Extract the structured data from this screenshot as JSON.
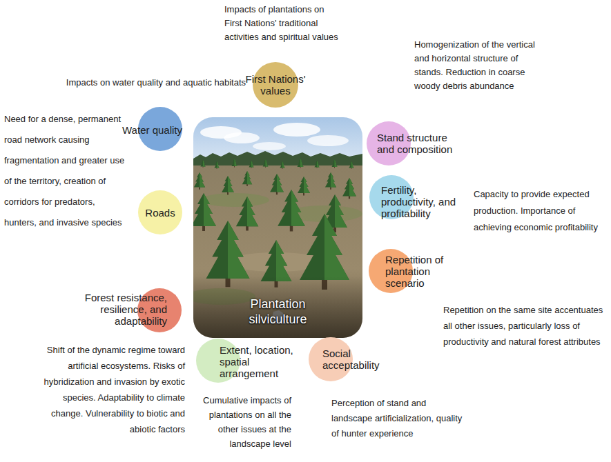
{
  "diagram": {
    "nodes": [
      {
        "text": [
          "First Nations' values"
        ]
      },
      {
        "text": [
          "Stand structure and composition"
        ]
      },
      {
        "text": [
          "Water quality"
        ]
      },
      {
        "text": [
          "Plantation silviculture"
        ]
      },
      {
        "text": [
          "Fertility, productivity, and profitability"
        ]
      },
      {
        "text": [
          "Roads"
        ]
      },
      {
        "text": [
          "Repetition of plantation scenario"
        ]
      },
      {
        "text": [
          "Forest resistance, resilience, and adaptability"
        ]
      },
      {
        "text": [
          "Extent, location, spatial arrangement"
        ]
      },
      {
        "text": [
          "Social acceptability"
        ]
      }
    ],
    "labels": [
      "Impacts of plantations on First Nations' traditional activities and spiritual values",
      "Homogenization of the vertical and horizontal structure of stands. Reduction in coarse woody debris abundance",
      "Impacts on water quality and aquatic habitats",
      "Need for a dense, permanent road network causing fragmentation and greater use of the territory, creation of corridors for predators, hunters, and invasive species",
      "Capacity to provide expected production. Importance of achieving economic profitability",
      "Repetition on the same site accentuates all other issues, particularly loss of productivity and natural forest attributes",
      "Shift of the dynamic regime toward artificial ecosystems. Risks of hybridization and invasion by exotic species. Adaptability to climate change. Vulnerability to biotic and abiotic factors",
      "Cumulative impacts of plantations on all the other issues at the landscape level",
      "Perception of stand and landscape artificialization, quality of hunter experience"
    ]
  }
}
